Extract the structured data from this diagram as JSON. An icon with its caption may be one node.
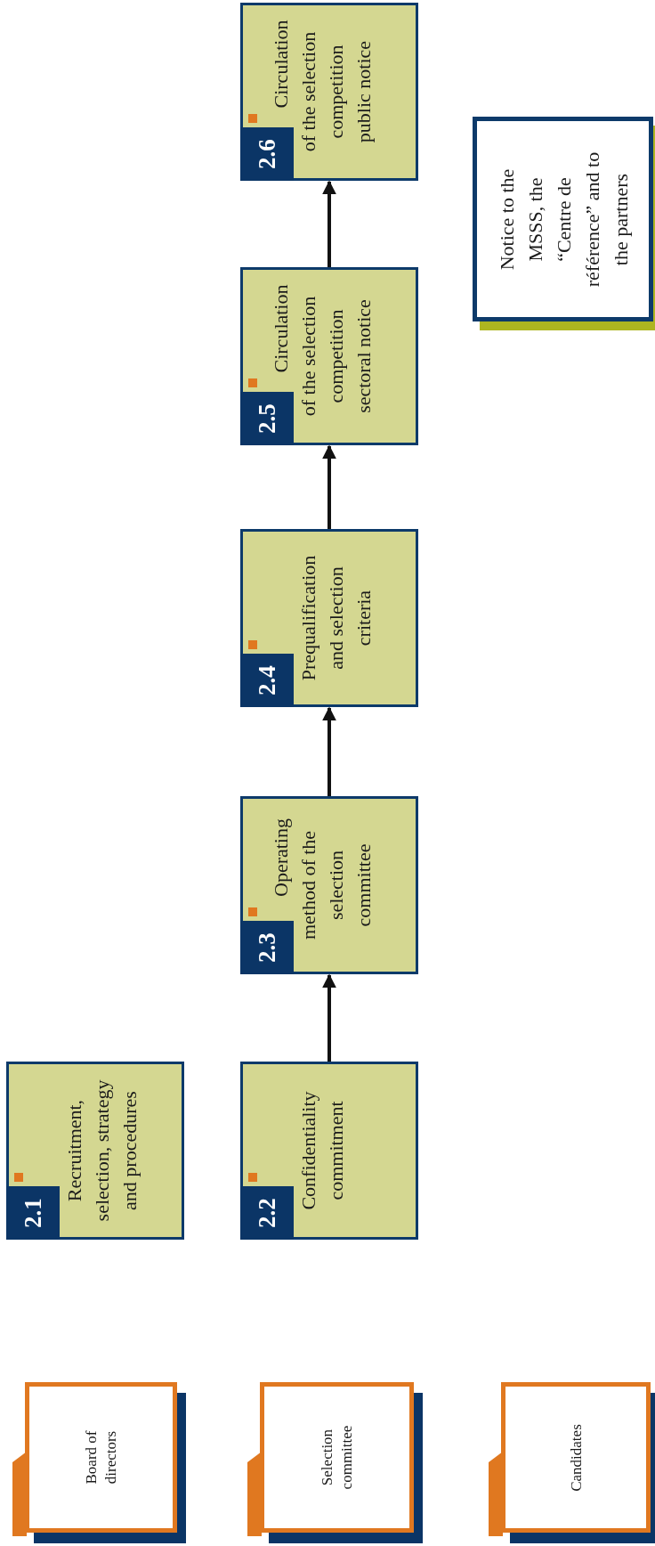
{
  "diagram": {
    "nodes": [
      {
        "text": [
          "2.1",
          "Recruitment, selection, strategy and procedures"
        ]
      },
      {
        "text": [
          "2.2",
          "Confidentiality commitment"
        ]
      },
      {
        "text": [
          "2.3",
          "Operating method of the selection committee"
        ]
      },
      {
        "text": [
          "2.4",
          "Prequalification and selection criteria"
        ]
      },
      {
        "text": [
          "2.5",
          "Circulation of the selection competition sectoral notice"
        ]
      },
      {
        "text": [
          "2.6",
          "Circulation of the selection competition public notice"
        ]
      },
      {
        "text": [
          "Notice to the MSSS, the “Centre de référence” and to the partners"
        ]
      },
      {
        "text": [
          "Board of directors"
        ]
      },
      {
        "text": [
          "Selection committee"
        ]
      },
      {
        "text": [
          "Candidates"
        ]
      }
    ],
    "edges": [
      {
        "from": 1,
        "to": 2,
        "arrow": "to"
      },
      {
        "from": 2,
        "to": 3,
        "arrow": "to"
      },
      {
        "from": 3,
        "to": 4,
        "arrow": "to"
      },
      {
        "from": 4,
        "to": 5,
        "arrow": "to"
      }
    ]
  }
}
